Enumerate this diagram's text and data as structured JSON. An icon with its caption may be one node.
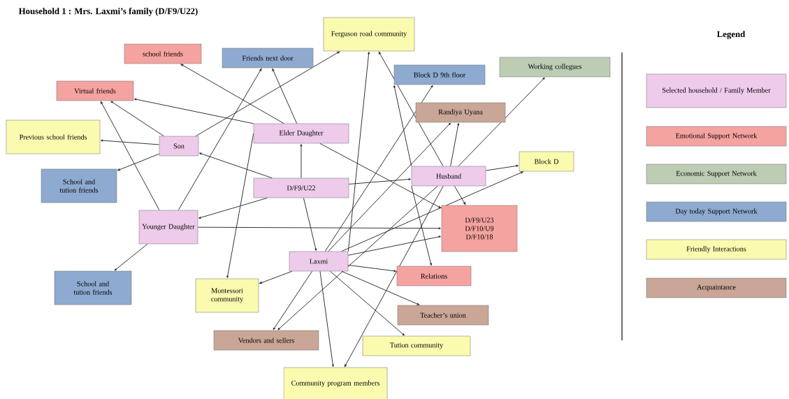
{
  "diagram": {
    "title": "Household 1 : Mrs. Laxmi’s family (D/F9/U22)",
    "nodes": [
      {
        "text": [
          "school friends"
        ]
      },
      {
        "text": [
          "Friends next door"
        ]
      },
      {
        "text": [
          "Ferguson road community"
        ]
      },
      {
        "text": [
          "Block D 9th floor"
        ]
      },
      {
        "text": [
          "Working collegues"
        ]
      },
      {
        "text": [
          "Virtual friends"
        ]
      },
      {
        "text": [
          "Randiya Uyana"
        ]
      },
      {
        "text": [
          "Previous school friends"
        ]
      },
      {
        "text": [
          "Son"
        ]
      },
      {
        "text": [
          "Elder Daughter"
        ]
      },
      {
        "text": [
          "Husband"
        ]
      },
      {
        "text": [
          "Block D"
        ]
      },
      {
        "text": [
          "School and tution friends"
        ]
      },
      {
        "text": [
          "D/F9/U22"
        ]
      },
      {
        "text": [
          "Younger Daughter"
        ]
      },
      {
        "text": [
          "D/F9/U23 D/F10/U9 D/F10/18"
        ]
      },
      {
        "text": [
          "Laxmi"
        ]
      },
      {
        "text": [
          "School and tution friends"
        ]
      },
      {
        "text": [
          "Relations"
        ]
      },
      {
        "text": [
          "Montessori community"
        ]
      },
      {
        "text": [
          "Teacher’s union"
        ]
      },
      {
        "text": [
          "Vendors and sellers"
        ]
      },
      {
        "text": [
          "Tution community"
        ]
      },
      {
        "text": [
          "Community program members"
        ]
      }
    ],
    "edges": [
      {
        "from": 8,
        "to": 5,
        "arrow": "to"
      },
      {
        "from": 8,
        "to": 7,
        "arrow": "to"
      },
      {
        "from": 8,
        "to": 12,
        "arrow": "to"
      },
      {
        "from": 8,
        "to": 2,
        "arrow": "to"
      },
      {
        "from": 9,
        "to": 0,
        "arrow": "to"
      },
      {
        "from": 9,
        "to": 5,
        "arrow": "to"
      },
      {
        "from": 9,
        "to": 1,
        "arrow": "to"
      },
      {
        "from": 9,
        "to": 15,
        "arrow": "to"
      },
      {
        "from": 9,
        "to": 19,
        "arrow": "to"
      },
      {
        "from": 13,
        "to": 9,
        "arrow": "to"
      },
      {
        "from": 13,
        "to": 8,
        "arrow": "to"
      },
      {
        "from": 13,
        "to": 10,
        "arrow": "to"
      },
      {
        "from": 13,
        "to": 14,
        "arrow": "to"
      },
      {
        "from": 13,
        "to": 16,
        "arrow": "to"
      },
      {
        "from": 14,
        "to": 5,
        "arrow": "to"
      },
      {
        "from": 14,
        "to": 1,
        "arrow": "to"
      },
      {
        "from": 14,
        "to": 17,
        "arrow": "to"
      },
      {
        "from": 14,
        "to": 15,
        "arrow": "to"
      },
      {
        "from": 10,
        "to": 6,
        "arrow": "to"
      },
      {
        "from": 10,
        "to": 4,
        "arrow": "to"
      },
      {
        "from": 10,
        "to": 11,
        "arrow": "to"
      },
      {
        "from": 10,
        "to": 15,
        "arrow": "to"
      },
      {
        "from": 10,
        "to": 2,
        "arrow": "to"
      },
      {
        "from": 10,
        "to": 3,
        "arrow": "to"
      },
      {
        "from": 10,
        "to": 18,
        "arrow": "to"
      },
      {
        "from": 10,
        "to": 21,
        "arrow": "to"
      },
      {
        "from": 10,
        "to": 23,
        "arrow": "to"
      },
      {
        "from": 16,
        "to": 2,
        "arrow": "to"
      },
      {
        "from": 16,
        "to": 3,
        "arrow": "to"
      },
      {
        "from": 16,
        "to": 6,
        "arrow": "to"
      },
      {
        "from": 16,
        "to": 11,
        "arrow": "to"
      },
      {
        "from": 16,
        "to": 15,
        "arrow": "to"
      },
      {
        "from": 16,
        "to": 18,
        "arrow": "to"
      },
      {
        "from": 16,
        "to": 20,
        "arrow": "to"
      },
      {
        "from": 16,
        "to": 22,
        "arrow": "to"
      },
      {
        "from": 16,
        "to": 23,
        "arrow": "to"
      },
      {
        "from": 16,
        "to": 21,
        "arrow": "to"
      },
      {
        "from": 16,
        "to": 19,
        "arrow": "to"
      }
    ],
    "labels": [
      "Legend"
    ],
    "legend": [
      {
        "text": "Selected  household / Family Member",
        "color": "#eecbeb"
      },
      {
        "text": "Emotional Support Network",
        "color": "#f5a3a0"
      },
      {
        "text": "Economic Support Network",
        "color": "#bccdb4"
      },
      {
        "text": "Day today Support Network",
        "color": "#8eaad0"
      },
      {
        "text": "Friendly Interactions",
        "color": "#fbfbb0"
      },
      {
        "text": "Acquaintance",
        "color": "#c9a696"
      }
    ]
  }
}
